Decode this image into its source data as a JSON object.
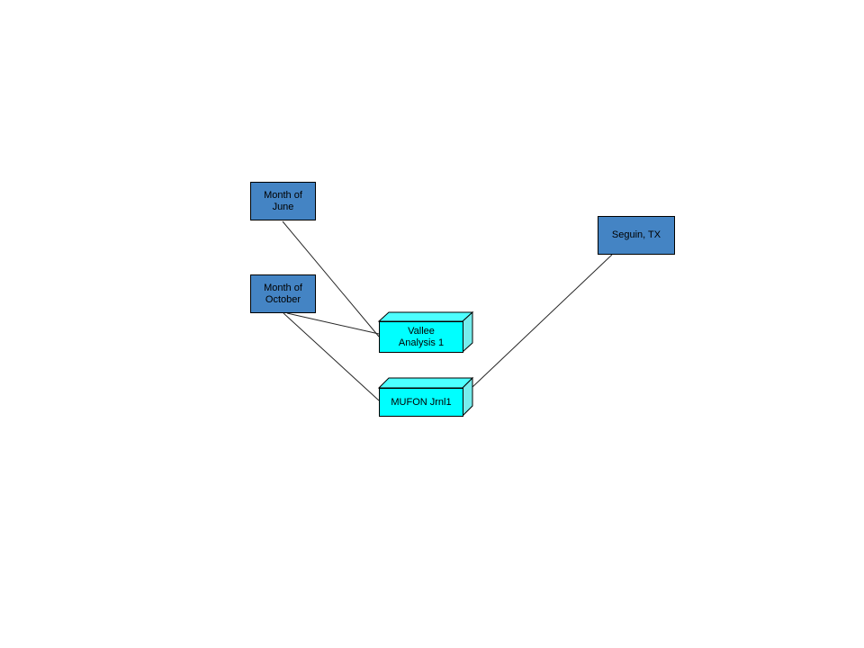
{
  "diagram": {
    "nodes": [
      {
        "id": "month-of-june",
        "label": "Month of\nJune",
        "shape": "rectangle",
        "fill": "#4484C4"
      },
      {
        "id": "month-of-october",
        "label": "Month of\nOctober",
        "shape": "rectangle",
        "fill": "#4484C4"
      },
      {
        "id": "seguin-tx",
        "label": "Seguin, TX",
        "shape": "rectangle",
        "fill": "#4484C4"
      },
      {
        "id": "vallee-analysis-1",
        "label": "Vallee\nAnalysis 1",
        "shape": "3d-box",
        "fill": "#00FFFF"
      },
      {
        "id": "mufon-jrnl1",
        "label": "MUFON Jrnl1",
        "shape": "3d-box",
        "fill": "#00FFFF"
      }
    ],
    "edges": [
      {
        "from": "month-of-june",
        "to": "vallee-analysis-1"
      },
      {
        "from": "month-of-october",
        "to": "vallee-analysis-1"
      },
      {
        "from": "month-of-october",
        "to": "mufon-jrnl1"
      },
      {
        "from": "seguin-tx",
        "to": "mufon-jrnl1"
      }
    ]
  },
  "colors": {
    "node_blue": "#4484C4",
    "node_cyan": "#00FFFF",
    "node_cyan_top": "#4DFFFF",
    "node_cyan_side": "#76EDED",
    "outline": "#000000",
    "connector": "#262626",
    "background": "#FFFFFF"
  }
}
